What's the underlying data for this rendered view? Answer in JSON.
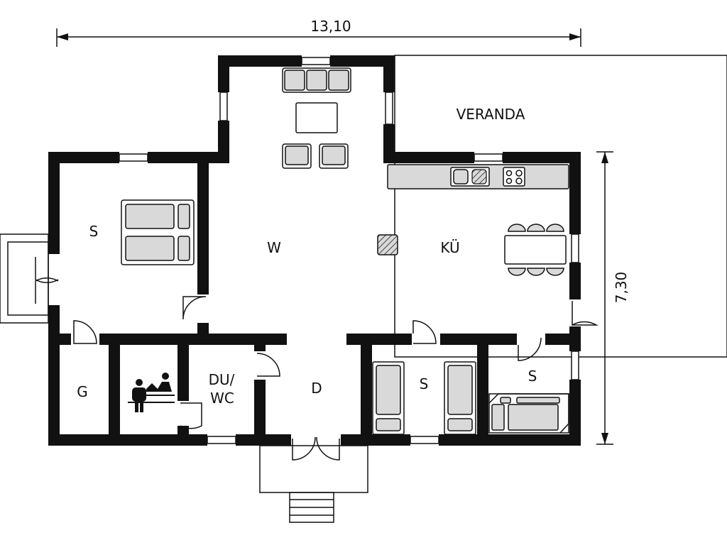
{
  "dimensions": {
    "width": "13,10",
    "depth": "7,30"
  },
  "rooms": {
    "veranda": "VERANDA",
    "bedroom_left": "S",
    "living": "W",
    "kitchen": "KÜ",
    "storage": "G",
    "shower_wc_line1": "DU/",
    "shower_wc_line2": "WC",
    "hall": "D",
    "bedroom_middle": "S",
    "bedroom_right": "S"
  }
}
